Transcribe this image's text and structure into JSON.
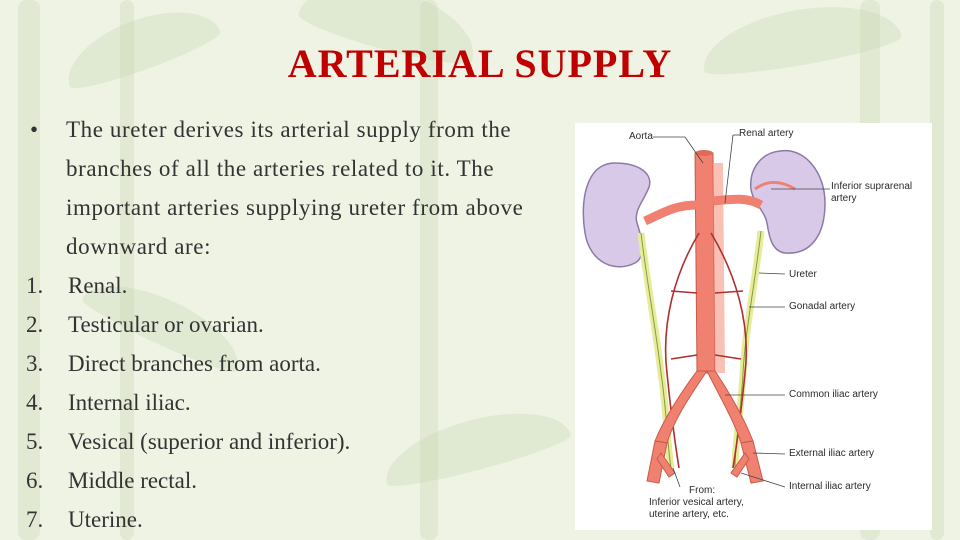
{
  "slide": {
    "title": "ARTERIAL SUPPLY",
    "intro_bullet": "•",
    "intro_text": "The ureter derives its arterial supply from the branches of all the arteries related to it. The important arteries supplying ureter from above downward are:",
    "items": [
      {
        "num": "1.",
        "text": "Renal."
      },
      {
        "num": "2.",
        "text": "Testicular or ovarian."
      },
      {
        "num": "3.",
        "text": "Direct branches from aorta."
      },
      {
        "num": "4.",
        "text": "Internal iliac."
      },
      {
        "num": "5.",
        "text": "Vesical (superior and inferior)."
      },
      {
        "num": "6.",
        "text": "Middle rectal."
      },
      {
        "num": "7.",
        "text": "Uterine."
      }
    ]
  },
  "figure": {
    "labels": {
      "aorta": "Aorta",
      "renal_artery": "Renal artery",
      "inferior_suprarenal_line1": "Inferior suprarenal",
      "inferior_suprarenal_line2": "artery",
      "ureter": "Ureter",
      "gonadal_artery": "Gonadal artery",
      "common_iliac": "Common iliac artery",
      "external_iliac": "External iliac artery",
      "internal_iliac": "Internal iliac artery",
      "from_line1": "From:",
      "from_line2": "Inferior vesical artery,",
      "from_line3": "uterine artery, etc."
    },
    "colors": {
      "kidney": "#d9c9e8",
      "artery": "#f08070",
      "ureter": "#e6ec9a",
      "vein_line": "#b03030"
    }
  }
}
